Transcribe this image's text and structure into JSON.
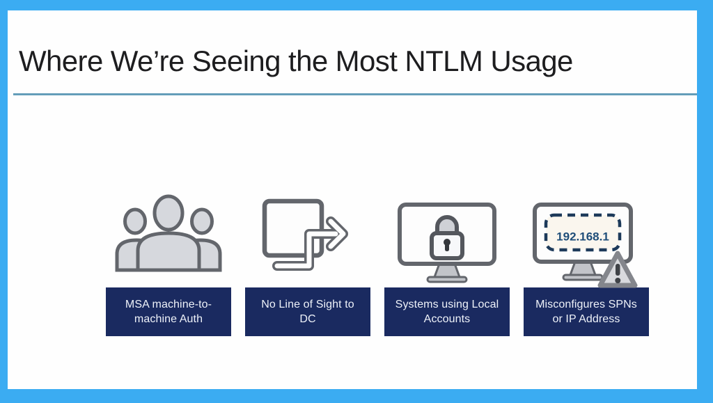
{
  "slide": {
    "title": "Where We’re Seeing the Most NTLM Usage",
    "items": [
      {
        "icon": "people-group-icon",
        "label": "MSA machine-to-\nmachine Auth"
      },
      {
        "icon": "square-arrow-icon",
        "label": "No Line of Sight to\nDC"
      },
      {
        "icon": "monitor-lock-icon",
        "label": "Systems using Local\nAccounts"
      },
      {
        "icon": "monitor-ip-warning-icon",
        "label": "Misconfigures SPNs\nor IP Address",
        "screen_text": "192.168.1"
      }
    ],
    "colors": {
      "frame": "#3bacf2",
      "underline": "#639db9",
      "label_box": "#1a2a60",
      "label_text": "#eef2f9",
      "icon_stroke": "#63666c",
      "icon_fill": "#d6d8dd",
      "ip_text": "#1f4e79",
      "ip_border": "#1d3a5a"
    }
  }
}
